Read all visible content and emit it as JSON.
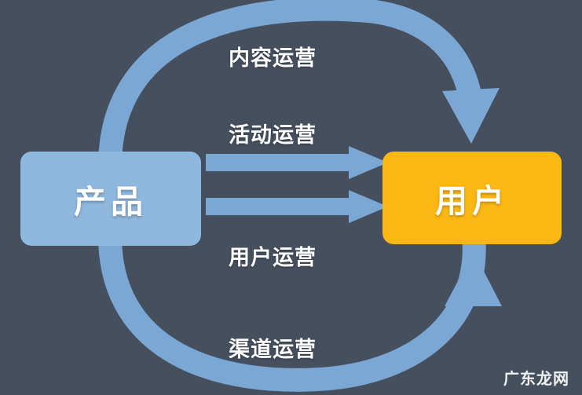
{
  "diagram": {
    "type": "cycle-flow",
    "background_color": "#454f5e",
    "nodes": [
      {
        "id": "product",
        "label": "产品",
        "color": "#8fb8de",
        "text_color": "#ffffff"
      },
      {
        "id": "user",
        "label": "用户",
        "color": "#fbb713",
        "text_color": "#ffffff"
      }
    ],
    "arrows": {
      "color": "#7ba7d4",
      "top_curve_label": "内容运营",
      "bottom_curve_label": "渠道运营",
      "straight_labels": [
        "活动运营",
        "用户运营"
      ]
    },
    "labels": {
      "content_operation": "内容运营",
      "activity_operation": "活动运营",
      "user_operation": "用户运营",
      "channel_operation": "渠道运营"
    },
    "watermark": "广东龙网"
  }
}
